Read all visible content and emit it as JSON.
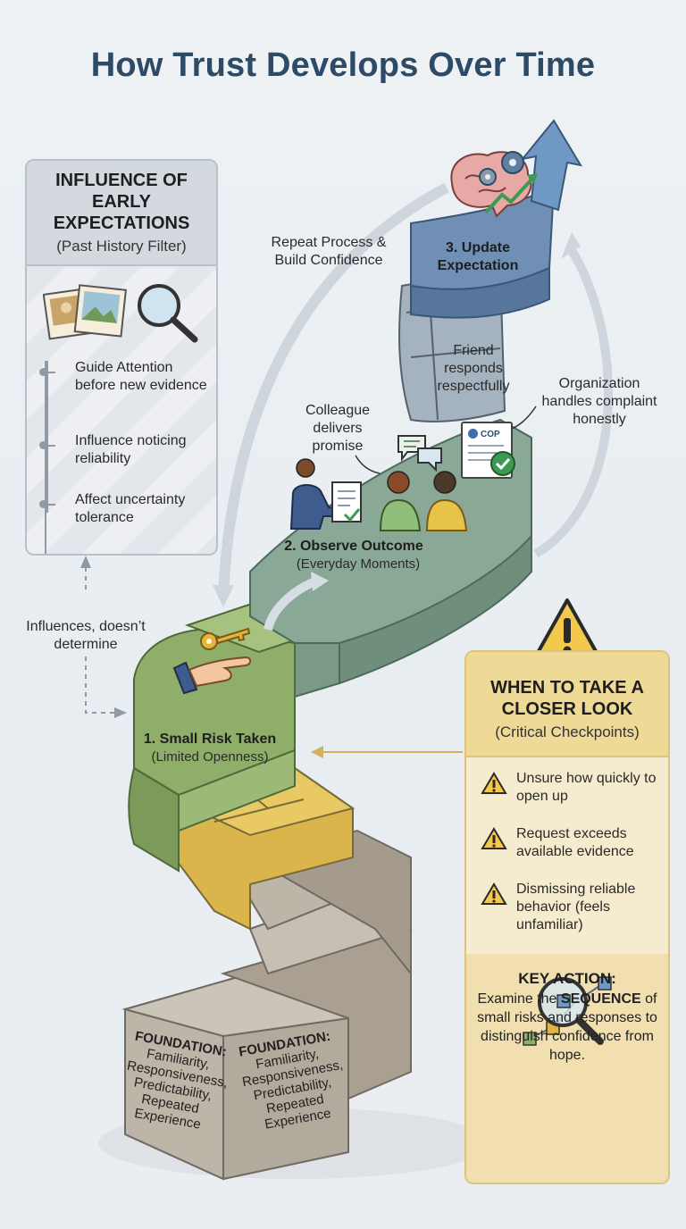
{
  "title": "How Trust Develops Over Time",
  "left_panel": {
    "heading": "INFLUENCE OF EARLY EXPECTATIONS",
    "subheading": "(Past History Filter)",
    "items": [
      {
        "label": "Guide Attention before new evidence"
      },
      {
        "label": "Influence noticing reliability"
      },
      {
        "label": "Affect uncertainty tolerance"
      }
    ]
  },
  "influence_note": "Influences, doesn’t determine",
  "loop_label": "Repeat Process & Build Confidence",
  "steps": {
    "step1": {
      "title": "1. Small Risk Taken",
      "subtitle": "(Limited Openness)"
    },
    "step2": {
      "title": "2. Observe Outcome",
      "subtitle": "(Everyday Moments)"
    },
    "step3": {
      "title": "3. Update Expectation"
    }
  },
  "examples": {
    "colleague": "Colleague delivers promise",
    "friend": "Friend responds respectfully",
    "organization": "Organization handles complaint honestly",
    "document_badge": "COP"
  },
  "foundation": {
    "heading": "FOUNDATION:",
    "text": "Familiarity, Responsiveness, Predictability, Repeated Experience"
  },
  "right_panel": {
    "heading": "WHEN TO TAKE A CLOSER LOOK",
    "subheading": "(Critical Checkpoints)",
    "items": [
      {
        "label": "Unsure how quickly to open up"
      },
      {
        "label": "Request exceeds available evidence"
      },
      {
        "label": "Dismissing reliable behavior (feels unfamiliar)"
      }
    ],
    "key_action_title": "KEY ACTION:",
    "key_action_pre": "Examine the ",
    "key_action_bold": "SEQUENCE",
    "key_action_post": " of small risks and responses to distinguish confidence from hope."
  },
  "icons": [
    "photos-icon",
    "magnifier-icon",
    "brain-gears-icon",
    "growth-arrow-icon",
    "key-icon",
    "hand-icon",
    "people-icon",
    "document-icon",
    "chat-bubbles-icon",
    "warning-icon",
    "network-magnifier-icon"
  ],
  "colors": {
    "title": "#2d4a66",
    "stone": "#b8b0a2",
    "yellow": "#e0c05a",
    "green": "#8fae69",
    "teal": "#8aa896",
    "blue": "#6f8fb5",
    "warning": "#f2c94c"
  }
}
